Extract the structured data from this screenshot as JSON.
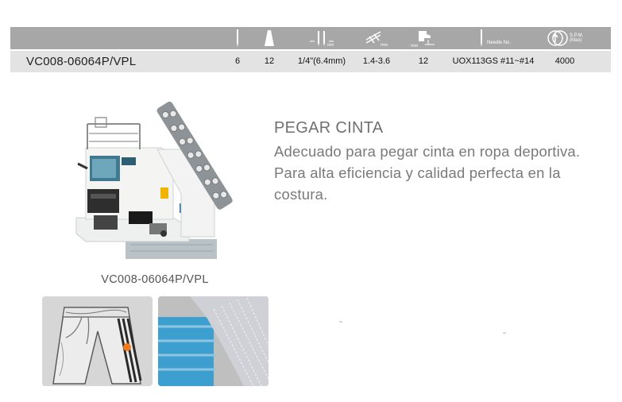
{
  "spec_table": {
    "header": {
      "icons": [
        {
          "name": "needle-count-icon"
        },
        {
          "name": "thread-cone-icon"
        },
        {
          "name": "needle-gauge-icon",
          "unit": "mm"
        },
        {
          "name": "stitch-length-icon",
          "unit": "mm"
        },
        {
          "name": "presser-lift-icon",
          "unit": "mm"
        },
        {
          "name": "needle-no-icon",
          "label": "Needle No."
        },
        {
          "name": "speed-icon",
          "label_top": "S.P.M.",
          "label_bottom": "(Max)"
        }
      ]
    },
    "row": {
      "model": "VC008-06064P/VPL",
      "needles": "6",
      "threads": "12",
      "needle_gauge": "1/4\"(6.4mm)",
      "stitch_length": "1.4-3.6",
      "presser_lift": "12",
      "needle_system": "UOX113GS #11~#14",
      "speed": "4000"
    }
  },
  "description": {
    "title": "PEGAR CINTA",
    "text": "Adecuado para pegar cinta en ropa deportiva. Para alta eficiencia y calidad perfecta en la costura."
  },
  "product": {
    "caption": "VC008-06064P/VPL"
  },
  "colors": {
    "header_bg": "#a7a7a7",
    "row_bg": "#e3e3e3",
    "tape_blue": "#3d9fd0",
    "marker_orange": "#f07a1e"
  }
}
